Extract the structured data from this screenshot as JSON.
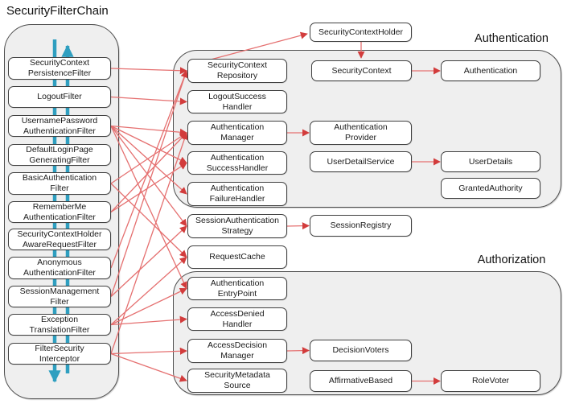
{
  "title": "SecurityFilterChain",
  "groups": {
    "authentication": "Authentication",
    "authorization": "Authorization"
  },
  "colors": {
    "red_line": "#e57070",
    "red_head": "#d23c3c",
    "teal_flow": "#2f9fc0",
    "box_border": "#404040",
    "container_fill": "#efefef"
  },
  "flow_arrows": {
    "request_direction": "down",
    "response_direction": "up"
  },
  "nodes": [
    {
      "id": "scpf",
      "lines": [
        "SecurityContext",
        "PersistenceFilter"
      ]
    },
    {
      "id": "logout",
      "lines": [
        "LogoutFilter"
      ]
    },
    {
      "id": "upaf",
      "lines": [
        "UsernamePassword",
        "AuthenticationFilter"
      ]
    },
    {
      "id": "dlpgf",
      "lines": [
        "DefaultLoginPage",
        "GeneratingFilter"
      ]
    },
    {
      "id": "baf",
      "lines": [
        "BasicAuthentication",
        "Filter"
      ]
    },
    {
      "id": "rmaf",
      "lines": [
        "RememberMe",
        "AuthenticationFilter"
      ]
    },
    {
      "id": "schar",
      "lines": [
        "SecurityContextHolder",
        "AwareRequestFilter"
      ]
    },
    {
      "id": "anon",
      "lines": [
        "Anonymous",
        "AuthenticationFilter"
      ]
    },
    {
      "id": "smf",
      "lines": [
        "SessionManagement",
        "Filter"
      ]
    },
    {
      "id": "etf",
      "lines": [
        "Exception",
        "TranslationFilter"
      ]
    },
    {
      "id": "fsi",
      "lines": [
        "FilterSecurity",
        "Interceptor"
      ]
    },
    {
      "id": "sch",
      "lines": [
        "SecurityContextHolder"
      ]
    },
    {
      "id": "scr",
      "lines": [
        "SecurityContext",
        "Repository"
      ]
    },
    {
      "id": "sc",
      "lines": [
        "SecurityContext"
      ]
    },
    {
      "id": "auth",
      "lines": [
        "Authentication"
      ]
    },
    {
      "id": "lsh",
      "lines": [
        "LogoutSuccess",
        "Handler"
      ]
    },
    {
      "id": "am",
      "lines": [
        "Authentication",
        "Manager"
      ]
    },
    {
      "id": "ap",
      "lines": [
        "Authentication",
        "Provider"
      ]
    },
    {
      "id": "ash",
      "lines": [
        "Authentication",
        "SuccessHandler"
      ]
    },
    {
      "id": "uds",
      "lines": [
        "UserDetailService"
      ]
    },
    {
      "id": "ud",
      "lines": [
        "UserDetails"
      ]
    },
    {
      "id": "afh",
      "lines": [
        "Authentication",
        "FailureHandler"
      ]
    },
    {
      "id": "ga",
      "lines": [
        "GrantedAuthority"
      ]
    },
    {
      "id": "sas",
      "lines": [
        "SessionAuthentication",
        "Strategy"
      ]
    },
    {
      "id": "sreg",
      "lines": [
        "SessionRegistry"
      ]
    },
    {
      "id": "rc",
      "lines": [
        "RequestCache"
      ]
    },
    {
      "id": "aep",
      "lines": [
        "Authentication",
        "EntryPoint"
      ]
    },
    {
      "id": "adh",
      "lines": [
        "AccessDenied",
        "Handler"
      ]
    },
    {
      "id": "adm",
      "lines": [
        "AccessDecision",
        "Manager"
      ]
    },
    {
      "id": "dv",
      "lines": [
        "DecisionVoters"
      ]
    },
    {
      "id": "sms",
      "lines": [
        "SecurityMetadata",
        "Source"
      ]
    },
    {
      "id": "ab",
      "lines": [
        "AffirmativeBased"
      ]
    },
    {
      "id": "rv",
      "lines": [
        "RoleVoter"
      ]
    }
  ],
  "edges": [
    {
      "from": "scpf",
      "to": "scr"
    },
    {
      "from": "logout",
      "to": "lsh"
    },
    {
      "from": "upaf",
      "to": "am"
    },
    {
      "from": "upaf",
      "to": "ash"
    },
    {
      "from": "upaf",
      "to": "afh"
    },
    {
      "from": "upaf",
      "to": "sas"
    },
    {
      "from": "upaf",
      "to": "aep"
    },
    {
      "from": "baf",
      "to": "am"
    },
    {
      "from": "baf",
      "to": "rc"
    },
    {
      "from": "rmaf",
      "to": "am"
    },
    {
      "from": "rmaf",
      "to": "ash"
    },
    {
      "from": "anon",
      "to": "scr"
    },
    {
      "from": "smf",
      "to": "scr"
    },
    {
      "from": "smf",
      "to": "sas"
    },
    {
      "from": "etf",
      "to": "aep"
    },
    {
      "from": "etf",
      "to": "adh"
    },
    {
      "from": "etf",
      "to": "rc"
    },
    {
      "from": "fsi",
      "to": "am"
    },
    {
      "from": "fsi",
      "to": "adm"
    },
    {
      "from": "fsi",
      "to": "sms"
    },
    {
      "from": "scr",
      "to": "sch"
    },
    {
      "from": "sch",
      "to": "sc"
    },
    {
      "from": "sc",
      "to": "auth"
    },
    {
      "from": "am",
      "to": "ap"
    },
    {
      "from": "uds",
      "to": "ud"
    },
    {
      "from": "sas",
      "to": "sreg"
    },
    {
      "from": "adm",
      "to": "dv"
    },
    {
      "from": "ab",
      "to": "rv"
    }
  ]
}
